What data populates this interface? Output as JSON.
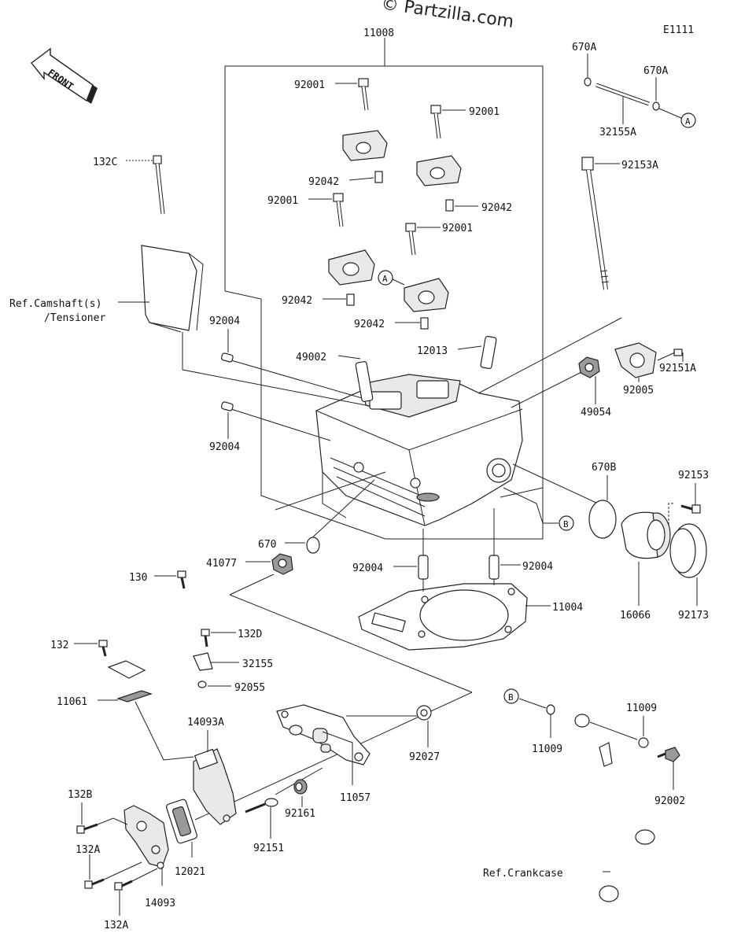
{
  "watermark": "© Partzilla.com",
  "diagram_code": "E1111",
  "front_label": "FRONT",
  "callouts": {
    "c11008": "11008",
    "c670A_a": "670A",
    "c670A_b": "670A",
    "c32155A": "32155A",
    "c92153A": "92153A",
    "c132C": "132C",
    "c92001_a": "92001",
    "c92001_b": "92001",
    "c92001_c": "92001",
    "c92001_d": "92001",
    "c92042_a": "92042",
    "c92042_b": "92042",
    "c92042_c": "92042",
    "c92042_d": "92042",
    "ref_camshaft_1": "Ref.Camshaft(s)",
    "ref_camshaft_2": "/Tensioner",
    "c92004_a": "92004",
    "c92004_b": "92004",
    "c92004_c": "92004",
    "c92004_d": "92004",
    "c49002": "49002",
    "c12013": "12013",
    "c92151A": "92151A",
    "c92005": "92005",
    "c49054": "49054",
    "c670B": "670B",
    "c92153": "92153",
    "c670": "670",
    "c41077": "41077",
    "c11004": "11004",
    "c16066": "16066",
    "c92173": "92173",
    "c130": "130",
    "c132D": "132D",
    "c132": "132",
    "c32155": "32155",
    "c92055": "92055",
    "c11061": "11061",
    "c14093A": "14093A",
    "c92027": "92027",
    "c11057": "11057",
    "c132B": "132B",
    "c132A_a": "132A",
    "c132A_b": "132A",
    "c92161": "92161",
    "c92151": "92151",
    "c12021": "12021",
    "c14093": "14093",
    "c11009_a": "11009",
    "c11009_b": "11009",
    "c92002": "92002",
    "ref_crankcase": "Ref.Crankcase"
  },
  "markers": {
    "A_1": "A",
    "A_2": "A",
    "B_1": "B",
    "B_2": "B"
  }
}
